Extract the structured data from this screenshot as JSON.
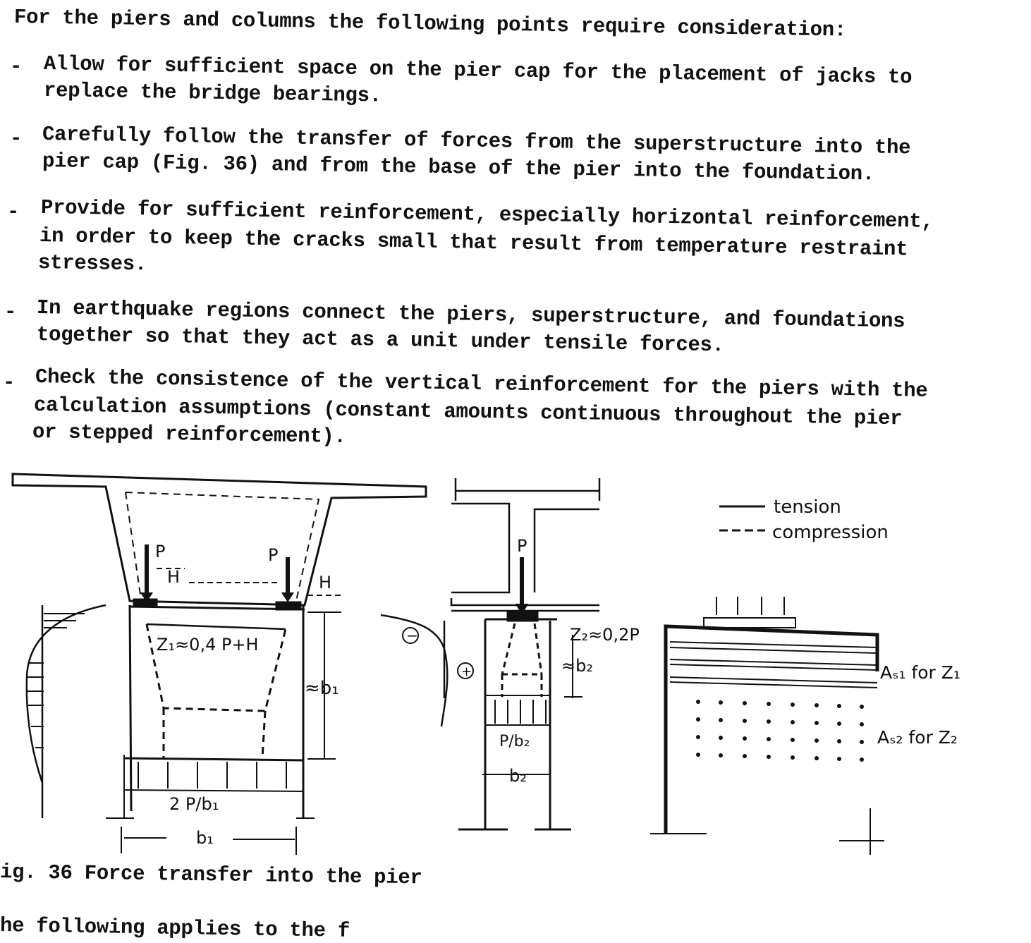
{
  "intro": "For the piers and columns the following points require consideration:",
  "bullets": [
    {
      "marker": "-",
      "lines": [
        "Allow for sufficient space on the pier cap for the placement of jacks to",
        "replace the bridge bearings."
      ]
    },
    {
      "marker": "-",
      "lines": [
        "Carefully follow the transfer of forces from the superstructure into the",
        "pier cap (Fig. 36) and from the base of the pier into the foundation."
      ]
    },
    {
      "marker": "-",
      "lines": [
        "Provide for sufficient reinforcement, especially horizontal reinforcement,",
        "in order to keep the cracks small that result from temperature restraint",
        "stresses."
      ]
    },
    {
      "marker": "-",
      "lines": [
        "In earthquake regions connect the piers, superstructure, and foundations",
        "together so that they act as a unit under tensile forces."
      ]
    },
    {
      "marker": "-",
      "lines": [
        "Check the consistence of the vertical reinforcement for the piers with the",
        "calculation assumptions (constant amounts continuous throughout the pier",
        "or stepped reinforcement)."
      ]
    }
  ],
  "figure": {
    "legend": {
      "tension": "tension",
      "compression": "compression"
    },
    "labels": {
      "p_left": "P",
      "p_right": "P",
      "h_left": "H",
      "h_right": "H",
      "z1": "Z₁≈0,4 P+H",
      "b1_side": "≈b₁",
      "load1": "2 P/b₁",
      "b1_dim": "b₁",
      "p_mid": "P",
      "z2": "Z₂≈0,2P",
      "b2_side": "≈b₂",
      "load2": "P/b₂",
      "b2_dim": "b₂",
      "minus": "−",
      "plus": "+",
      "as1": "Aₛ₁ for Z₁",
      "as2": "Aₛ₂ for Z₂"
    },
    "caption": "ig. 36   Force transfer into the pier"
  },
  "next_line": "he following applies to the f"
}
